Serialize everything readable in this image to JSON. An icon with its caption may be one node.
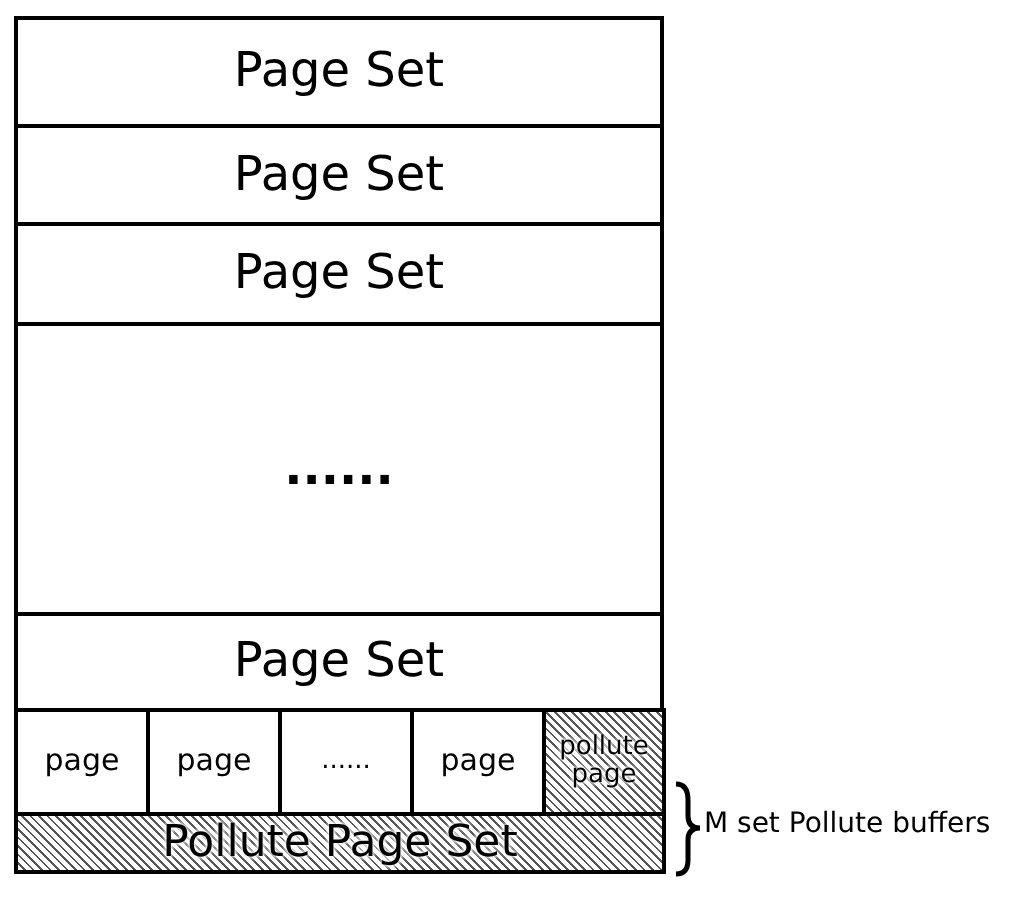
{
  "diagram": {
    "nodes": [
      {
        "text": [
          "Page Set"
        ]
      },
      {
        "text": [
          "Page Set"
        ]
      },
      {
        "text": [
          "Page Set"
        ]
      },
      {
        "text": [
          "......"
        ]
      },
      {
        "text": [
          "Page Set"
        ]
      },
      {
        "text": [
          "page"
        ]
      },
      {
        "text": [
          "page"
        ]
      },
      {
        "text": [
          "......"
        ]
      },
      {
        "text": [
          "page"
        ]
      },
      {
        "text": [
          "pollute page"
        ]
      },
      {
        "text": [
          "Pollute Page Set"
        ]
      }
    ],
    "labels": [
      "M set Pollute buffers"
    ]
  }
}
